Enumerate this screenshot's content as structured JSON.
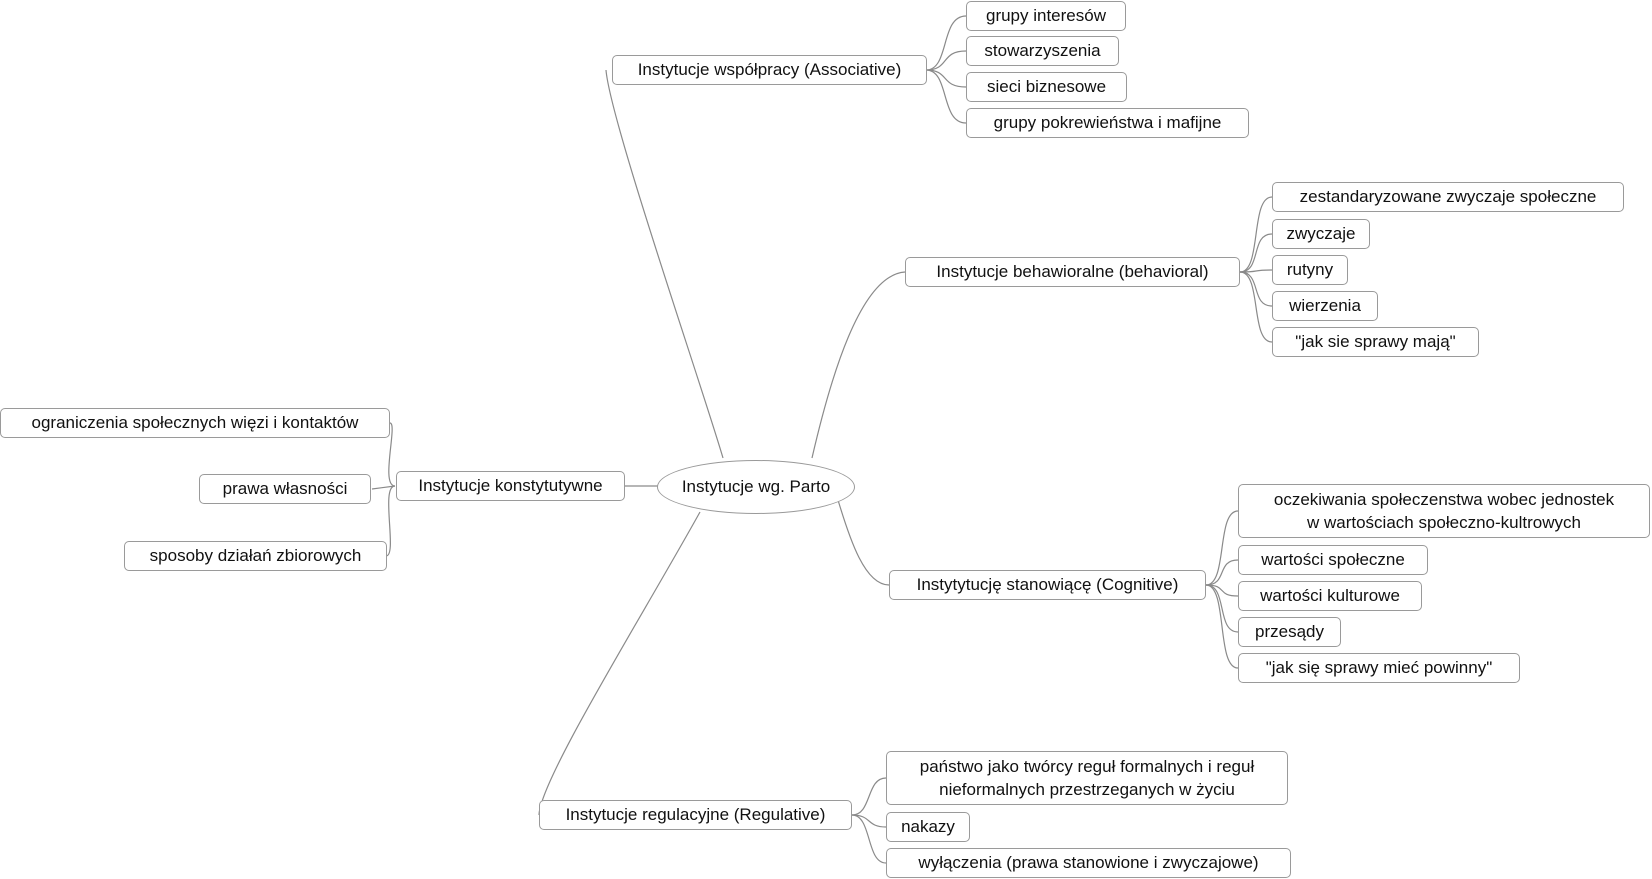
{
  "root": {
    "label": "Instytucje wg. Parto"
  },
  "branches": {
    "associative": {
      "label": "Instytucje współpracy (Associative)",
      "children": [
        "grupy interesów",
        "stowarzyszenia",
        "sieci biznesowe",
        "grupy pokrewieństwa i mafijne"
      ]
    },
    "behavioral": {
      "label": "Instytucje behawioralne (behavioral)",
      "children": [
        "zestandaryzowane zwyczaje społeczne",
        "zwyczaje",
        "rutyny",
        "wierzenia",
        "\"jak sie sprawy mają\""
      ]
    },
    "cognitive": {
      "label": "Instytytucję stanowiącę (Cognitive)",
      "children": [
        "oczekiwania społeczenstwa wobec jednostek\nw wartościach społeczno-kultrowych",
        "wartości społeczne",
        "wartości kulturowe",
        "przesądy",
        "\"jak się sprawy mieć powinny\""
      ]
    },
    "regulative": {
      "label": "Instytucje regulacyjne (Regulative)",
      "children": [
        "państwo jako twórcy reguł formalnych i reguł\nnieformalnych przestrzeganych w życiu",
        "nakazy",
        "wyłączenia (prawa stanowione i zwyczajowe)"
      ]
    },
    "constitutive": {
      "label": "Instytucje konstytutywne",
      "children": [
        "ograniczenia społecznych więzi i kontaktów",
        "prawa własności",
        "sposoby działań zbiorowych"
      ]
    }
  },
  "colors": {
    "line": "#8a8a8a",
    "border": "#9a9a9a",
    "background": "#ffffff",
    "text": "#111111"
  }
}
